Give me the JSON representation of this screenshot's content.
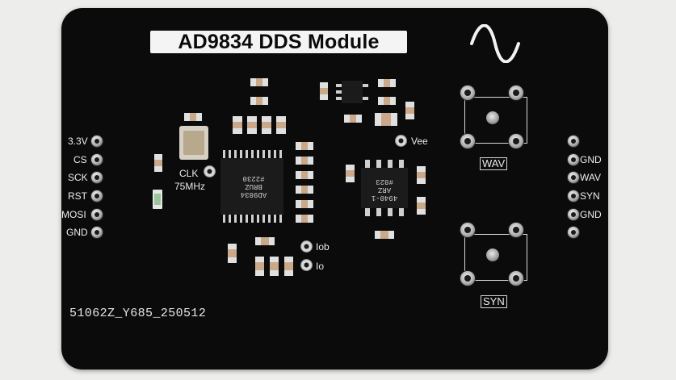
{
  "board": {
    "title": "AD9834 DDS Module",
    "serial": "51062Z_Y685_250512",
    "wave_icon": "sine-wave-icon"
  },
  "left_header": {
    "pins": [
      "3.3V",
      "CS",
      "SCK",
      "RST",
      "MOSI",
      "GND"
    ]
  },
  "right_header": {
    "pins": [
      "GND",
      "WAV",
      "SYN",
      "GND"
    ]
  },
  "labels": {
    "clk": "CLK",
    "clk_freq": "75MHz",
    "vee": "Vee",
    "iob": "Iob",
    "io": "Io"
  },
  "buttons": {
    "wav": "WAV",
    "syn": "SYN"
  },
  "chips": {
    "dds_marking": [
      "AD9834",
      "BRUZ",
      "#2230"
    ],
    "opamp_marking": [
      "4940-1",
      "ARZ",
      "#823"
    ]
  }
}
